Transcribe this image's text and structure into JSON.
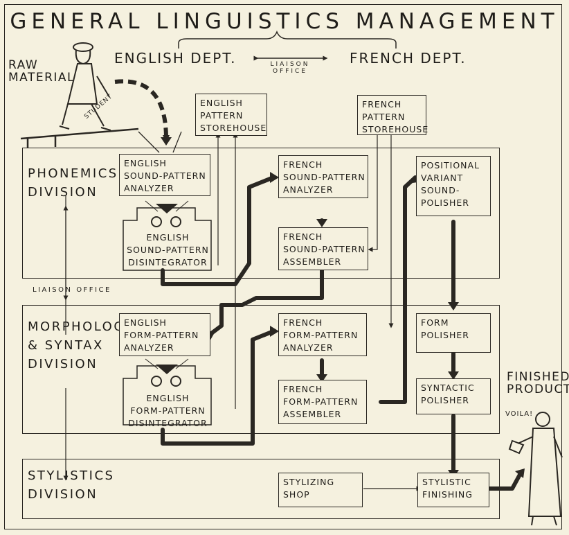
{
  "title": "GENERAL LINGUISTICS MANAGEMENT",
  "departments": {
    "english": "ENGLISH DEPT.",
    "french": "FRENCH DEPT.",
    "liaison": "LIAISON\nOFFICE"
  },
  "labels": {
    "raw_material": "RAW\nMATERIAL",
    "student": "STUDENT",
    "finished_product": "FINISHED\nPRODUCT",
    "voila": "VOILA!",
    "liaison_office": "LIAISON OFFICE"
  },
  "divisions": {
    "phonemics": "PHONEMICS\nDIVISION",
    "morphology": "MORPHOLOGY\n& SYNTAX\nDIVISION",
    "stylistics": "STYLISTICS\nDIVISION"
  },
  "boxes": {
    "english_storehouse": "ENGLISH\nPATTERN\nSTOREHOUSE",
    "french_storehouse": "FRENCH\nPATTERN\nSTOREHOUSE",
    "english_sound_analyzer": "ENGLISH\nSOUND-PATTERN\nANALYZER",
    "english_sound_disintegrator": "ENGLISH\nSOUND-PATTERN\nDISINTEGRATOR",
    "french_sound_analyzer": "FRENCH\nSOUND-PATTERN\nANALYZER",
    "french_sound_assembler": "FRENCH\nSOUND-PATTERN\nASSEMBLER",
    "positional_polisher": "POSITIONAL\nVARIANT\nSOUND-\nPOLISHER",
    "english_form_analyzer": "ENGLISH\nFORM-PATTERN\nANALYZER",
    "english_form_disintegrator": "ENGLISH\nFORM-PATTERN\nDISINTEGRATOR",
    "french_form_analyzer": "FRENCH\nFORM-PATTERN\nANALYZER",
    "french_form_assembler": "FRENCH\nFORM-PATTERN\nASSEMBLER",
    "form_polisher": "FORM\nPOLISHER",
    "syntactic_polisher": "SYNTACTIC\nPOLISHER",
    "stylizing_shop": "STYLIZING\nSHOP",
    "stylistic_finishing": "STYLISTIC\nFINISHING"
  },
  "colors": {
    "paper": "#f5f1df",
    "ink": "#2a2722"
  }
}
